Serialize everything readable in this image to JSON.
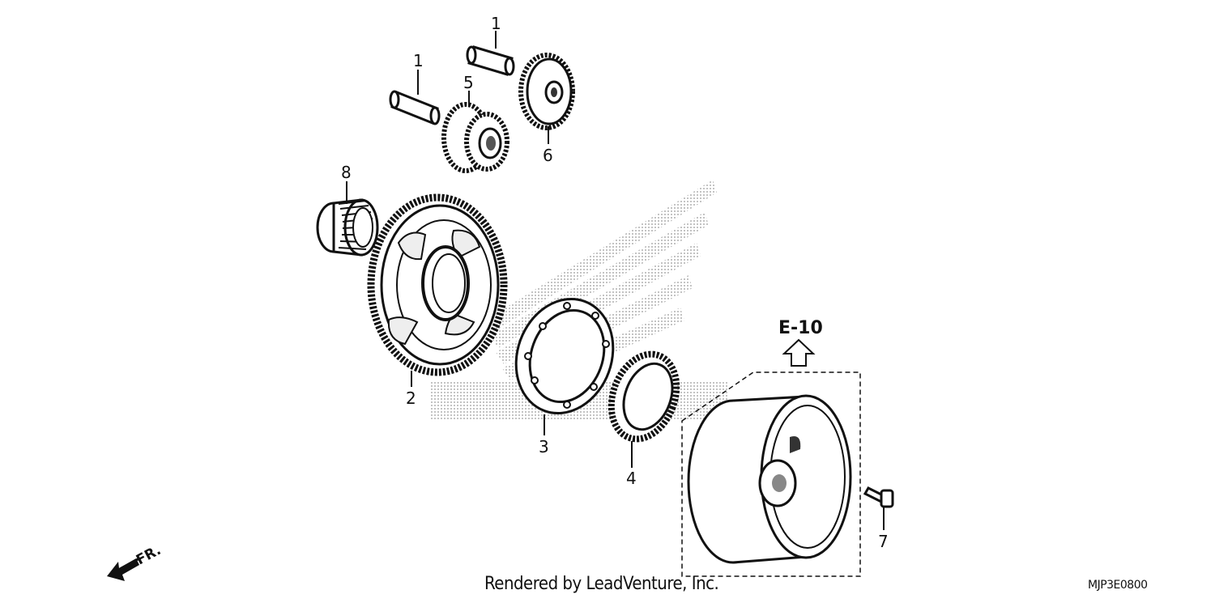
{
  "diagram": {
    "callouts": [
      {
        "id": "p1a",
        "label": "1"
      },
      {
        "id": "p1b",
        "label": "1"
      },
      {
        "id": "p5",
        "label": "5"
      },
      {
        "id": "p6",
        "label": "6"
      },
      {
        "id": "p8",
        "label": "8"
      },
      {
        "id": "p2",
        "label": "2"
      },
      {
        "id": "p3",
        "label": "3"
      },
      {
        "id": "p4",
        "label": "4"
      },
      {
        "id": "p7",
        "label": "7"
      }
    ],
    "reference": "E-10",
    "direction_label": "FR.",
    "credit": "Rendered by LeadVenture, Inc.",
    "diagram_code": "MJP3E0800"
  }
}
